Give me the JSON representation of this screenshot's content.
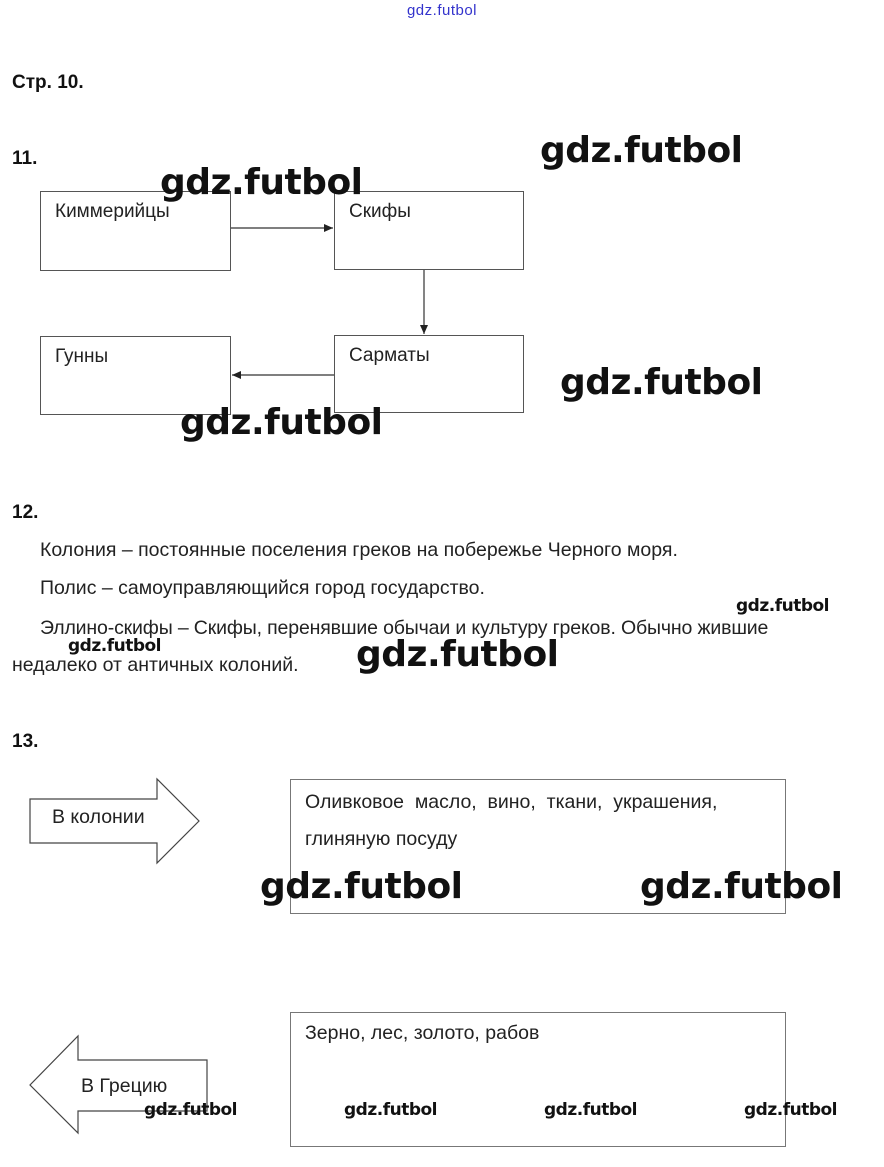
{
  "header": {
    "site": "gdz.futbol"
  },
  "page_heading": "Стр. 10.",
  "task11": {
    "number": "11.",
    "boxes": {
      "kimmeriytsy": "Киммерийцы",
      "skify": "Скифы",
      "gunny": "Гунны",
      "sarmaty": "Сарматы"
    }
  },
  "task12": {
    "number": "12.",
    "line1": "Колония – постоянные поселения греков на побережье Черного моря.",
    "line2": "Полис – самоуправляющийся город государство.",
    "line3a": "Эллино-скифы – Скифы, перенявшие обычаи и культуру греков. Обычно жившие",
    "line3b": "недалеко от античных колоний."
  },
  "task13": {
    "number": "13.",
    "arrow_right_label": "В колонии",
    "export_text_line1": "Оливковое  масло,  вино,  ткани,  украшения,",
    "export_text_line2": "глиняную посуду",
    "arrow_left_label": "В Грецию",
    "import_text": "Зерно, лес, золото, рабов"
  },
  "watermarks": {
    "w1": "gdz.futbol",
    "w2": "gdz.futbol",
    "w3": "gdz.futbol",
    "w4": "gdz.futbol",
    "w5": "gdz.futbol",
    "w6": "gdz.futbol",
    "w7": "gdz.futbol",
    "w8": "gdz.futbol",
    "w9": "gdz.futbol",
    "w10": "gdz.futbol",
    "w11": "gdz.futbol",
    "w12": "gdz.futbol",
    "w13": "gdz.futbol"
  }
}
